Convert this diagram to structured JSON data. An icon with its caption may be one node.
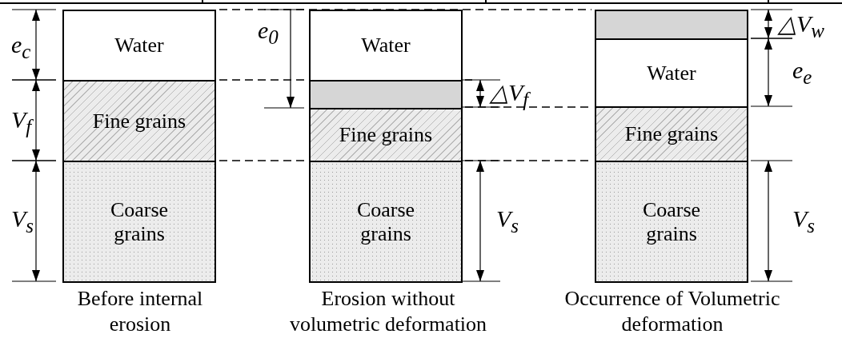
{
  "diagram": {
    "nodes": [
      {
        "text": [
          "Water"
        ]
      },
      {
        "text": [
          "Fine grains"
        ]
      },
      {
        "text": [
          "Coarse grains"
        ]
      },
      {
        "text": [
          "Water"
        ]
      },
      {
        "text": [],
        "shape": "box"
      },
      {
        "text": [
          "Fine grains"
        ]
      },
      {
        "text": [
          "Coarse grains"
        ]
      },
      {
        "text": [],
        "shape": "box"
      },
      {
        "text": [
          "Water"
        ]
      },
      {
        "text": [
          "Fine grains"
        ]
      },
      {
        "text": [
          "Coarse grains"
        ]
      }
    ],
    "labels": [
      "e$_{c}$",
      "V$_{f}$",
      "V$_{s}$",
      "Before internal erosion",
      "e$_{0}$",
      "△V$_{f}$",
      "V$_{s}$",
      "Erosion without volumetric deformation",
      "△V$_{w}$",
      "e$_{e}$",
      "V$_{s}$",
      "Occurrence of Volumetric deformation"
    ]
  }
}
